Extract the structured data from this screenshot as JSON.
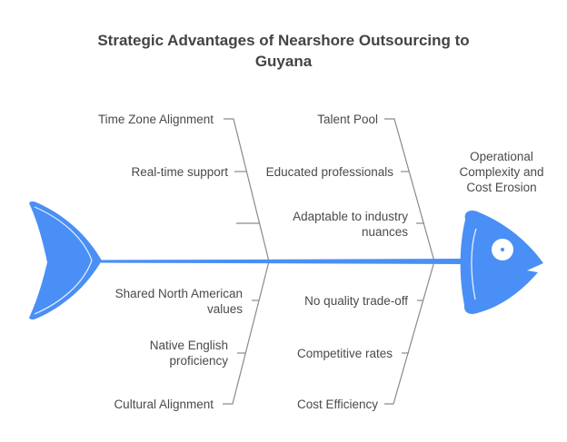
{
  "title": {
    "line1": "Strategic Advantages of Nearshore Outsourcing to",
    "line2": "Guyana"
  },
  "colors": {
    "fish": "#4a8ff5",
    "bones": "#8a8a8a",
    "text": "#4a4a4a",
    "title": "#444444"
  },
  "effect": {
    "label_line1": "Operational",
    "label_line2": "Complexity and",
    "label_line3": "Cost Erosion"
  },
  "categories": {
    "top_left": {
      "name": "Time Zone Alignment",
      "causes": [
        "Real-time support",
        ""
      ]
    },
    "top_right": {
      "name": "Talent Pool",
      "causes": [
        "Educated professionals",
        "Adaptable to industry nuances"
      ],
      "cause2_line1": "Adaptable to industry",
      "cause2_line2": "nuances"
    },
    "bottom_left": {
      "name": "Cultural Alignment",
      "cause1_line1": "Shared North American",
      "cause1_line2": "values",
      "cause2_line1": "Native English",
      "cause2_line2": "proficiency",
      "causes": [
        "Shared North American values",
        "Native English proficiency"
      ]
    },
    "bottom_right": {
      "name": "Cost Efficiency",
      "causes": [
        "No quality trade-off",
        "Competitive rates"
      ]
    }
  }
}
